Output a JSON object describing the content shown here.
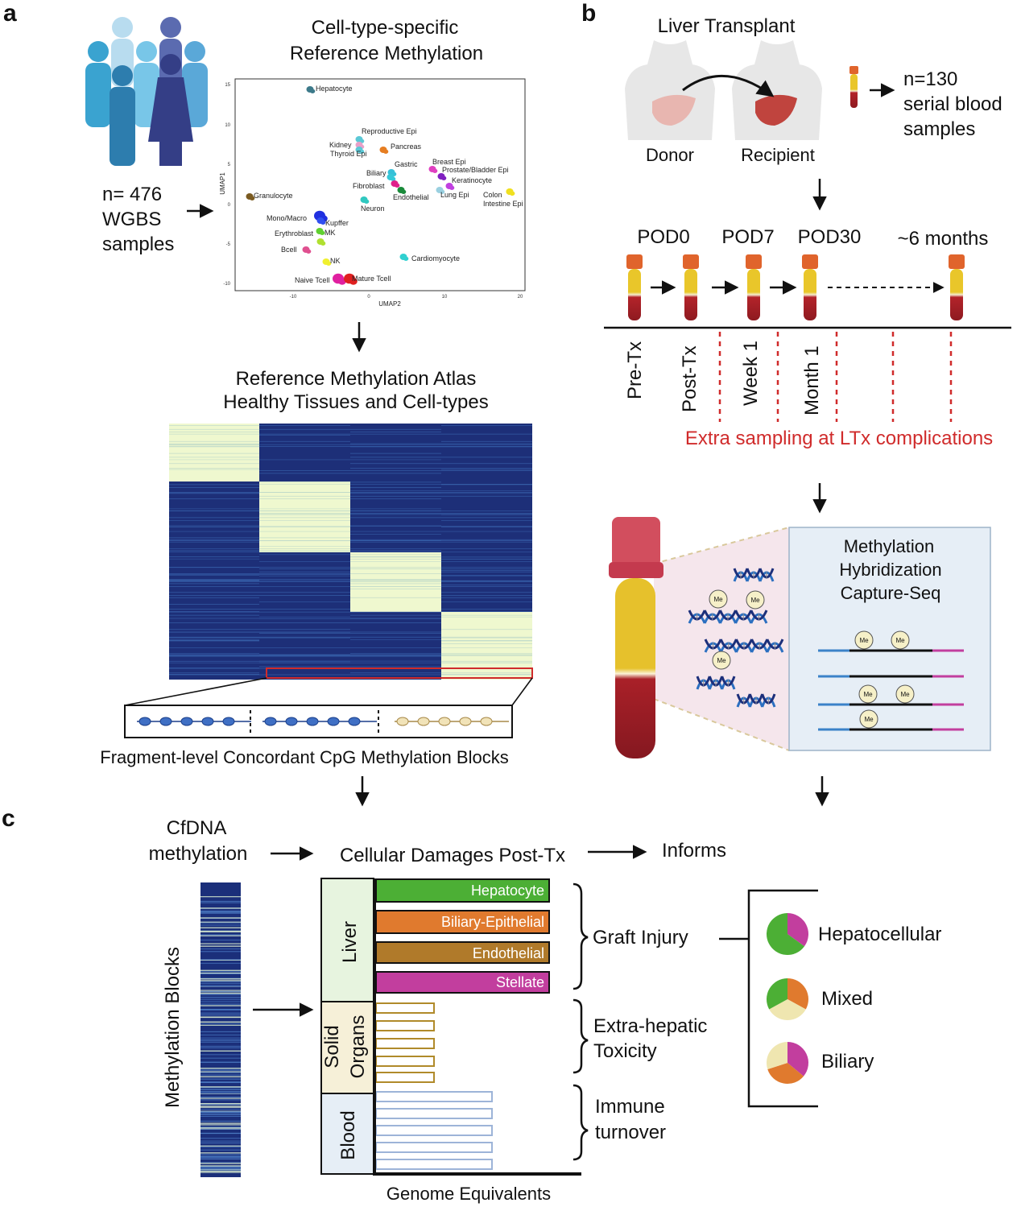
{
  "panels": {
    "a": "a",
    "b": "b",
    "c": "c"
  },
  "panel_a": {
    "title": [
      "Cell-type-specific",
      "Reference Methylation"
    ],
    "samples": [
      "n= 476",
      "WGBS",
      "samples"
    ],
    "umap": {
      "xlabel": "UMAP2",
      "ylabel": "UMAP1",
      "xticks": [
        "-10",
        "0",
        "10",
        "20"
      ],
      "yticks": [
        "15",
        "10",
        "5",
        "0",
        "-5",
        "-10"
      ],
      "labels": [
        "Hepatocyte",
        "Reproductive Epi",
        "Kidney",
        "Thyroid Epi",
        "Pancreas",
        "Gastric",
        "Breast Epi",
        "Prostate/Bladder Epi",
        "Biliary",
        "Keratinocyte",
        "Fibroblast",
        "Endothelial",
        "Lung Epi",
        "Colon",
        "Intestine Epi",
        "Granulocyte",
        "Neuron",
        "Mono/Macro",
        "Kupffer",
        "Erythroblast",
        "MK",
        "Bcell",
        "NK",
        "Cardiomyocyte",
        "Naive Tcell",
        "Mature Tcell"
      ]
    },
    "atlas_title": [
      "Reference Methylation Atlas",
      "Healthy Tissues and Cell-types"
    ],
    "blocks_caption": "Fragment-level Concordant CpG Methylation Blocks"
  },
  "panel_b": {
    "title": "Liver Transplant",
    "donor": "Donor",
    "recipient": "Recipient",
    "samples": [
      "n=130",
      "serial blood",
      "samples"
    ],
    "timepoints": [
      "POD0",
      "POD7",
      "POD30",
      "~6 months"
    ],
    "axis_labels": [
      "Pre-Tx",
      "Post-Tx",
      "Week 1",
      "Month 1"
    ],
    "extra": "Extra sampling at LTx complications",
    "method": [
      "Methylation",
      "Hybridization",
      "Capture-Seq"
    ],
    "me": "Me"
  },
  "panel_c": {
    "input": [
      "CfDNA",
      "methylation"
    ],
    "damages": "Cellular Damages Post-Tx",
    "informs": "Informs",
    "blocks_label": "Methylation Blocks",
    "groups": [
      "Liver",
      "Solid",
      "Organs",
      "Blood"
    ],
    "bars": [
      "Hepatocyte",
      "Biliary-Epithelial",
      "Endothelial",
      "Stellate"
    ],
    "xlabel": "Genome Equivalents",
    "outcomes": [
      [
        "Graft Injury"
      ],
      [
        "Extra-hepatic",
        "Toxicity"
      ],
      [
        "Immune",
        "turnover"
      ]
    ],
    "patterns": [
      "Hepatocellular",
      "Mixed",
      "Biliary"
    ],
    "colors": {
      "hepatocyte": "#4caf35",
      "biliary": "#e07a2e",
      "endothelial": "#b07a2a",
      "stellate": "#c23e9e",
      "red": "#d02b2b",
      "navy": "#1b2f7a"
    }
  }
}
